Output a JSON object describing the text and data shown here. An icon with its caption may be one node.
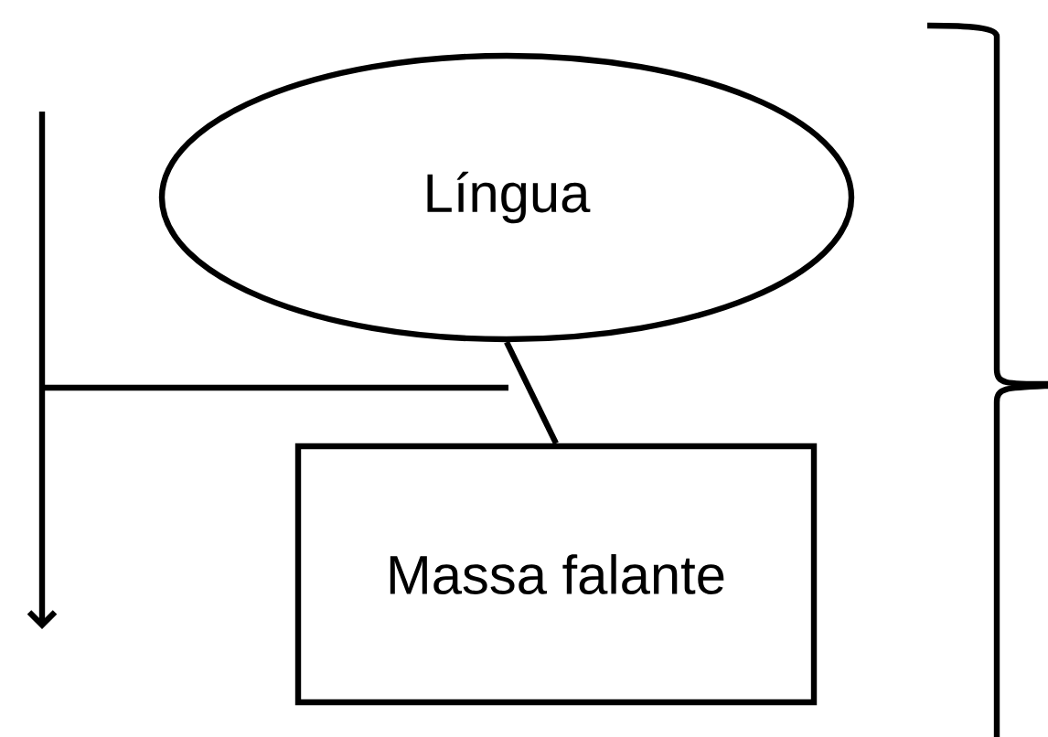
{
  "diagram": {
    "nodes": [
      {
        "text": [
          "Língua"
        ]
      },
      {
        "text": [
          "Massa falante"
        ]
      }
    ],
    "edges": [
      {
        "from": 0,
        "to": 1,
        "arrow": "none"
      }
    ]
  }
}
